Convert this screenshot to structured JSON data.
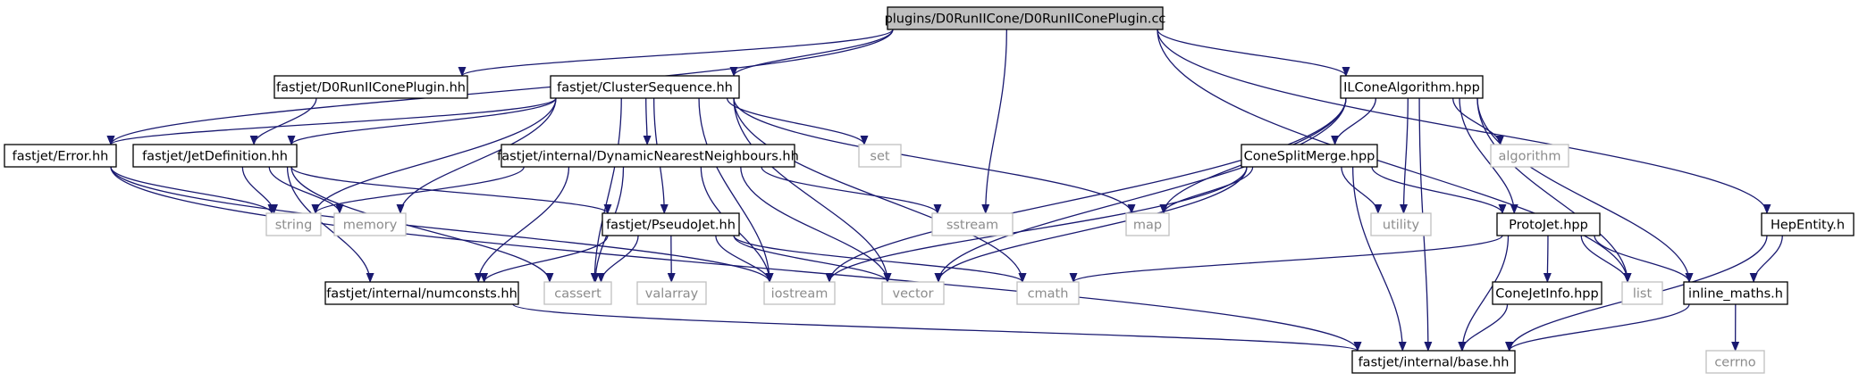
{
  "diagram": {
    "type": "include-dependency-graph",
    "colors": {
      "edge": "#191970",
      "root_fill": "#bfbfbf",
      "node_border": "#000000",
      "system_border": "#bfbfbf",
      "system_text": "#8c8c8c",
      "text": "#000000"
    },
    "nodes": [
      {
        "id": "root",
        "label": "plugins/D0RunIICone/D0RunIIConePlugin.cc",
        "kind": "root"
      },
      {
        "id": "d0plugin_hh",
        "label": "fastjet/D0RunIIConePlugin.hh",
        "kind": "file"
      },
      {
        "id": "clusterseq",
        "label": "fastjet/ClusterSequence.hh",
        "kind": "file"
      },
      {
        "id": "ilcone",
        "label": "ILConeAlgorithm.hpp",
        "kind": "file"
      },
      {
        "id": "error_hh",
        "label": "fastjet/Error.hh",
        "kind": "file"
      },
      {
        "id": "jetdef",
        "label": "fastjet/JetDefinition.hh",
        "kind": "file"
      },
      {
        "id": "dnn",
        "label": "fastjet/internal/DynamicNearestNeighbours.hh",
        "kind": "file"
      },
      {
        "id": "set",
        "label": "set",
        "kind": "system"
      },
      {
        "id": "conesplit",
        "label": "ConeSplitMerge.hpp",
        "kind": "file"
      },
      {
        "id": "algorithm",
        "label": "algorithm",
        "kind": "system"
      },
      {
        "id": "hepentity",
        "label": "HepEntity.h",
        "kind": "file"
      },
      {
        "id": "string",
        "label": "string",
        "kind": "system"
      },
      {
        "id": "memory",
        "label": "memory",
        "kind": "system"
      },
      {
        "id": "pseudojet",
        "label": "fastjet/PseudoJet.hh",
        "kind": "file"
      },
      {
        "id": "sstream",
        "label": "sstream",
        "kind": "system"
      },
      {
        "id": "map",
        "label": "map",
        "kind": "system"
      },
      {
        "id": "utility",
        "label": "utility",
        "kind": "system"
      },
      {
        "id": "protojet",
        "label": "ProtoJet.hpp",
        "kind": "file"
      },
      {
        "id": "numconsts",
        "label": "fastjet/internal/numconsts.hh",
        "kind": "file"
      },
      {
        "id": "cassert",
        "label": "cassert",
        "kind": "system"
      },
      {
        "id": "valarray",
        "label": "valarray",
        "kind": "system"
      },
      {
        "id": "iostream",
        "label": "iostream",
        "kind": "system"
      },
      {
        "id": "vector",
        "label": "vector",
        "kind": "system"
      },
      {
        "id": "cmath",
        "label": "cmath",
        "kind": "system"
      },
      {
        "id": "conejetinfo",
        "label": "ConeJetInfo.hpp",
        "kind": "file"
      },
      {
        "id": "list",
        "label": "list",
        "kind": "system"
      },
      {
        "id": "inline_maths",
        "label": "inline_maths.h",
        "kind": "file"
      },
      {
        "id": "cerrno",
        "label": "cerrno",
        "kind": "system"
      },
      {
        "id": "base",
        "label": "fastjet/internal/base.hh",
        "kind": "file"
      }
    ],
    "edges": [
      [
        "root",
        "d0plugin_hh"
      ],
      [
        "root",
        "clusterseq"
      ],
      [
        "root",
        "ilcone"
      ],
      [
        "root",
        "error_hh"
      ],
      [
        "root",
        "sstream"
      ],
      [
        "root",
        "list"
      ],
      [
        "root",
        "hepentity"
      ],
      [
        "d0plugin_hh",
        "jetdef"
      ],
      [
        "clusterseq",
        "error_hh"
      ],
      [
        "clusterseq",
        "jetdef"
      ],
      [
        "clusterseq",
        "dnn"
      ],
      [
        "clusterseq",
        "set"
      ],
      [
        "clusterseq",
        "string"
      ],
      [
        "clusterseq",
        "memory"
      ],
      [
        "clusterseq",
        "pseudojet"
      ],
      [
        "clusterseq",
        "map"
      ],
      [
        "clusterseq",
        "cassert"
      ],
      [
        "clusterseq",
        "iostream"
      ],
      [
        "clusterseq",
        "vector"
      ],
      [
        "clusterseq",
        "cmath"
      ],
      [
        "ilcone",
        "conesplit"
      ],
      [
        "ilcone",
        "algorithm"
      ],
      [
        "ilcone",
        "map"
      ],
      [
        "ilcone",
        "utility"
      ],
      [
        "ilcone",
        "protojet"
      ],
      [
        "ilcone",
        "iostream"
      ],
      [
        "ilcone",
        "vector"
      ],
      [
        "ilcone",
        "list"
      ],
      [
        "ilcone",
        "inline_maths"
      ],
      [
        "ilcone",
        "base"
      ],
      [
        "error_hh",
        "string"
      ],
      [
        "error_hh",
        "iostream"
      ],
      [
        "error_hh",
        "base"
      ],
      [
        "jetdef",
        "string"
      ],
      [
        "jetdef",
        "memory"
      ],
      [
        "jetdef",
        "pseudojet"
      ],
      [
        "jetdef",
        "numconsts"
      ],
      [
        "jetdef",
        "cassert"
      ],
      [
        "dnn",
        "string"
      ],
      [
        "dnn",
        "sstream"
      ],
      [
        "dnn",
        "numconsts"
      ],
      [
        "dnn",
        "cassert"
      ],
      [
        "dnn",
        "iostream"
      ],
      [
        "dnn",
        "vector"
      ],
      [
        "conesplit",
        "map"
      ],
      [
        "conesplit",
        "utility"
      ],
      [
        "conesplit",
        "protojet"
      ],
      [
        "conesplit",
        "iostream"
      ],
      [
        "conesplit",
        "vector"
      ],
      [
        "conesplit",
        "base"
      ],
      [
        "pseudojet",
        "numconsts"
      ],
      [
        "pseudojet",
        "cassert"
      ],
      [
        "pseudojet",
        "valarray"
      ],
      [
        "pseudojet",
        "iostream"
      ],
      [
        "pseudojet",
        "vector"
      ],
      [
        "pseudojet",
        "cmath"
      ],
      [
        "protojet",
        "cmath"
      ],
      [
        "protojet",
        "conejetinfo"
      ],
      [
        "protojet",
        "list"
      ],
      [
        "protojet",
        "inline_maths"
      ],
      [
        "protojet",
        "base"
      ],
      [
        "hepentity",
        "inline_maths"
      ],
      [
        "hepentity",
        "base"
      ],
      [
        "numconsts",
        "base"
      ],
      [
        "conejetinfo",
        "base"
      ],
      [
        "inline_maths",
        "cerrno"
      ],
      [
        "inline_maths",
        "base"
      ]
    ]
  }
}
